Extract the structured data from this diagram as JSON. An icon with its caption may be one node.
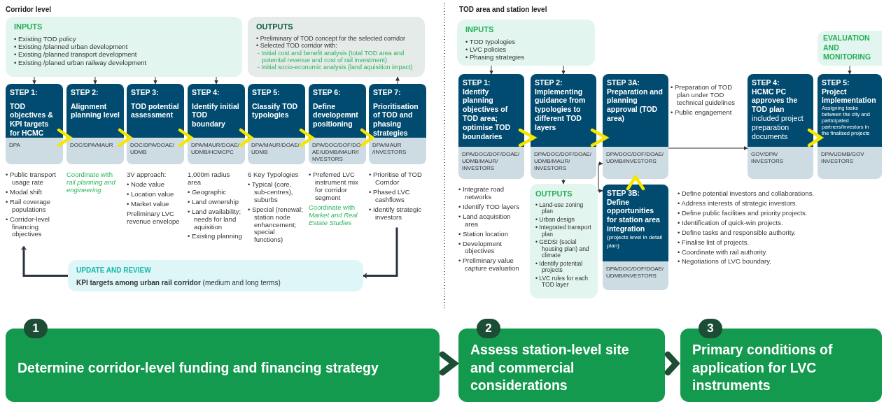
{
  "diagram": {
    "nodes": [
      {
        "text": [
          "INPUTS",
          "• Existing TOD policy",
          "• Existing /planned urban development",
          "• Existing /planned transport development",
          "• Existing /planed urban railway development"
        ]
      },
      {
        "text": [
          "OUTPUTS",
          "• Preliminary of TOD concept for the selected corridor",
          "• Selected TOD corridor with:",
          "- Initial cost and benefit analysis (total TOD area and potenital revenue and cost of rail investment)",
          "- Initial socio-economic analysis (land aquisition impact)"
        ]
      },
      {
        "text": [
          "STEP 1:",
          "TOD objectives & KPI targets for HCMC",
          "DPA"
        ],
        "beside": [
          "• Public transport usage rate",
          "• Modal shift",
          "• Rail coverage populations",
          "• Corridor-level financing objectives"
        ]
      },
      {
        "text": [
          "STEP 2:",
          "Alignment planning level",
          "DOC/DPA/MAUR"
        ],
        "beside": [
          "Coordinate with *rail planning and engineering*"
        ]
      },
      {
        "text": [
          "STEP 3:",
          "TOD potential assessment",
          "DOC/DPA/DOAE/ UDMB"
        ],
        "beside": [
          "3V approach:",
          "• Node value",
          "• Location value",
          "• Market value",
          "Preliminary LVC revenue envelope"
        ]
      },
      {
        "text": [
          "STEP 4:",
          "Identify initial TOD boundary",
          "DPA/MAUR/DOAE/ UDMB/HCMCPC"
        ],
        "beside": [
          "1,000m radius area",
          "• Geographic",
          "• Land ownership",
          "• Land availability; needs for land aquisition",
          "• Existing planning"
        ]
      },
      {
        "text": [
          "STEP 5:",
          "Classify TOD typologies",
          "DPA/MAUR/DOAE/ UDMB"
        ],
        "beside": [
          "6 Key Typologies",
          "• Typical (core, sub-centres), suburbs",
          "• Special (renewal; station node enhancement; special functions)"
        ]
      },
      {
        "text": [
          "STEP 6:",
          "Define developemnt positioning",
          "DPA/DOC/DOF/DOAE/UDMB/MAUR/INVESTORS"
        ],
        "beside": [
          "• Preferred LVC instrument mix for corridor segment",
          "Coordinate with *Market and Real Estate Studies*"
        ]
      },
      {
        "text": [
          "STEP 7:",
          "Prioritisation of TOD and phasing strategies",
          "DPA/MAUR /INVESTORS"
        ],
        "beside": [
          "• Prioritise of TOD Corridor",
          "• Phased LVC cashflows",
          "• Identify strategic investors"
        ]
      },
      {
        "text": [
          "UPDATE AND REVIEW",
          "**KPI targets among urban rail corridor** (medium and long terms)"
        ]
      },
      {
        "text": [
          "INPUTS",
          "• TOD typologies",
          "• LVC policies",
          "• Phasing strategies"
        ]
      },
      {
        "text": [
          "EVALUATION AND MONITORING"
        ]
      },
      {
        "text": [
          "STEP 1:",
          "Identify planning objectives of TOD area; optimise TOD boundaries",
          "DPA/DOC/DOF/DOAE/ UDMB/MAUR/ INVESTORS"
        ],
        "beside": [
          "• Integrate road networks",
          "• Identify TOD layers",
          "• Land acquisition area",
          "• Station location",
          "• Development objectives",
          "• Preliminary value capture evaluation"
        ]
      },
      {
        "text": [
          "STEP 2:",
          "Implementing guidance from typologies to different TOD layers",
          "DPA/DOC/DOF/DOAE/ UDMB/MAUR/ INVESTORS"
        ]
      },
      {
        "text": [
          "STEP 3A:",
          "Preparation and planning approval (TOD area)",
          "DPA/DOC/DOF/DOAE/ UDMB/INVESTORS"
        ],
        "beside": [
          "• Preparation of TOD plan under TOD technical guidelines",
          "• Public engagement"
        ]
      },
      {
        "text": [
          "OUTPUTS",
          "• Land-use zoning plan",
          "• Urban design",
          "• Integrated transport plan",
          "• GEDSI (social housing plan) and climate",
          "• Identify potential projects",
          "• LVC rules for each TOD layer"
        ]
      },
      {
        "text": [
          "STEP 3B:",
          "Define opportunities for station area integration",
          "(projects level in detail plan)",
          "DPA/DOC/DOF/DOAE/ UDMB/INVESTORS"
        ],
        "beside": [
          "• Define potential investors and collaborations.",
          "• Address interests of strategic investors.",
          "• Define public facilities and priority projects.",
          "• Identification of quick-win projects.",
          "• Define tasks and responsible authority.",
          "• Finalise list of projects.",
          "• Coordinate with rail authority.",
          "• Negotiations of LVC boundary."
        ]
      },
      {
        "text": [
          "STEP 4:",
          "HCMC PC approves the TOD plan",
          "included project preparation documents",
          "GOV/DPA/ INVESTORS"
        ]
      },
      {
        "text": [
          "STEP 5:",
          "Project implementation",
          "Assigning tasks between the city and participated partners/investors in the finalised projects",
          "DPA/UDMB/GOV INVESTORS"
        ]
      },
      {
        "text": [
          "1",
          "Determine corridor-level funding and financing strategy"
        ]
      },
      {
        "text": [
          "2",
          "Assess station-level site and commercial considerations"
        ]
      },
      {
        "text": [
          "3",
          "Primary conditions of application for LVC instruments"
        ]
      }
    ],
    "edges": [
      {
        "from": 0,
        "to": 2,
        "arrow": "to"
      },
      {
        "from": 0,
        "to": 3,
        "arrow": "to"
      },
      {
        "from": 0,
        "to": 4,
        "arrow": "to"
      },
      {
        "from": 0,
        "to": 5,
        "arrow": "to"
      },
      {
        "from": 8,
        "to": 1,
        "arrow": "to"
      },
      {
        "from": 2,
        "to": 3,
        "arrow": "to",
        "color": "#f5e600"
      },
      {
        "from": 3,
        "to": 4,
        "arrow": "to",
        "color": "#f5e600"
      },
      {
        "from": 4,
        "to": 5,
        "arrow": "to",
        "color": "#f5e600"
      },
      {
        "from": 5,
        "to": 6,
        "arrow": "to",
        "color": "#f5e600"
      },
      {
        "from": 6,
        "to": 7,
        "arrow": "to",
        "color": "#f5e600"
      },
      {
        "from": 7,
        "to": 8,
        "arrow": "to",
        "color": "#f5e600"
      },
      {
        "from": 8,
        "to": 9,
        "arrow": "to"
      },
      {
        "from": 9,
        "to": 2,
        "arrow": "to"
      },
      {
        "from": 10,
        "to": 12,
        "arrow": "to"
      },
      {
        "from": 10,
        "to": 13,
        "arrow": "to"
      },
      {
        "from": 11,
        "to": 18,
        "arrow": "to"
      },
      {
        "from": 12,
        "to": 13,
        "arrow": "to",
        "color": "#f5e600"
      },
      {
        "from": 13,
        "to": 14,
        "arrow": "to",
        "color": "#f5e600"
      },
      {
        "from": 17,
        "to": 18,
        "arrow": "to",
        "color": "#f5e600"
      },
      {
        "from": 13,
        "to": 15,
        "arrow": "to"
      },
      {
        "from": 15,
        "to": 14,
        "arrow": "to"
      },
      {
        "from": 15,
        "to": 16,
        "arrow": "to"
      },
      {
        "from": 16,
        "to": 14,
        "arrow": "to",
        "color": "#f5e600"
      },
      {
        "from": 14,
        "to": 17,
        "arrow": "to"
      },
      {
        "from": 19,
        "to": 20,
        "arrow": "to",
        "style": "thick",
        "color": "#1d4d35"
      },
      {
        "from": 20,
        "to": 21,
        "arrow": "to",
        "style": "thick",
        "color": "#1d4d35"
      }
    ],
    "labels": [
      "Corridor level",
      "TOD area and station level"
    ]
  }
}
